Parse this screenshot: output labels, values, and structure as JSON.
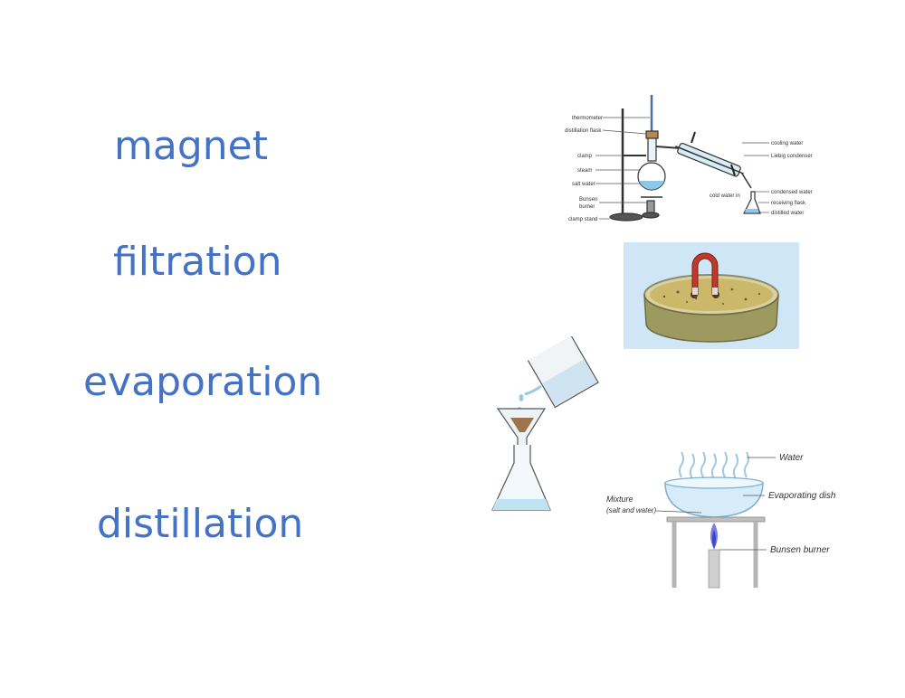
{
  "words": {
    "w1": "magnet",
    "w2": "filtration",
    "w3": "evaporation",
    "w4": "distillation"
  },
  "distillation_diagram": {
    "labels": {
      "thermometer": "thermometer",
      "distillation_flask": "distillation flask",
      "clamp": "clamp",
      "steam": "steam",
      "salt_water": "salt water",
      "bunsen_burner_1": "Bunsen",
      "bunsen_burner_2": "burner",
      "clamp_stand": "clamp stand",
      "cooling_water": "cooling water",
      "liebig_condenser": "Liebig condenser",
      "cold_water_in": "cold water in",
      "condensed_water": "condensed water",
      "receiving_flask": "receiving flask",
      "distilled_water": "distilled water"
    }
  },
  "evaporation_diagram": {
    "labels": {
      "water": "Water",
      "evaporating_dish": "Evaporating dish",
      "mixture_1": "Mixture",
      "mixture_2": "(salt and water)",
      "bunsen_burner": "Bunsen burner"
    }
  },
  "colors": {
    "word_text": "#4472c4",
    "magnet_bg": "#cfe6f6",
    "liquid": "#bfe3f1",
    "magnet_red": "#c0392b"
  }
}
